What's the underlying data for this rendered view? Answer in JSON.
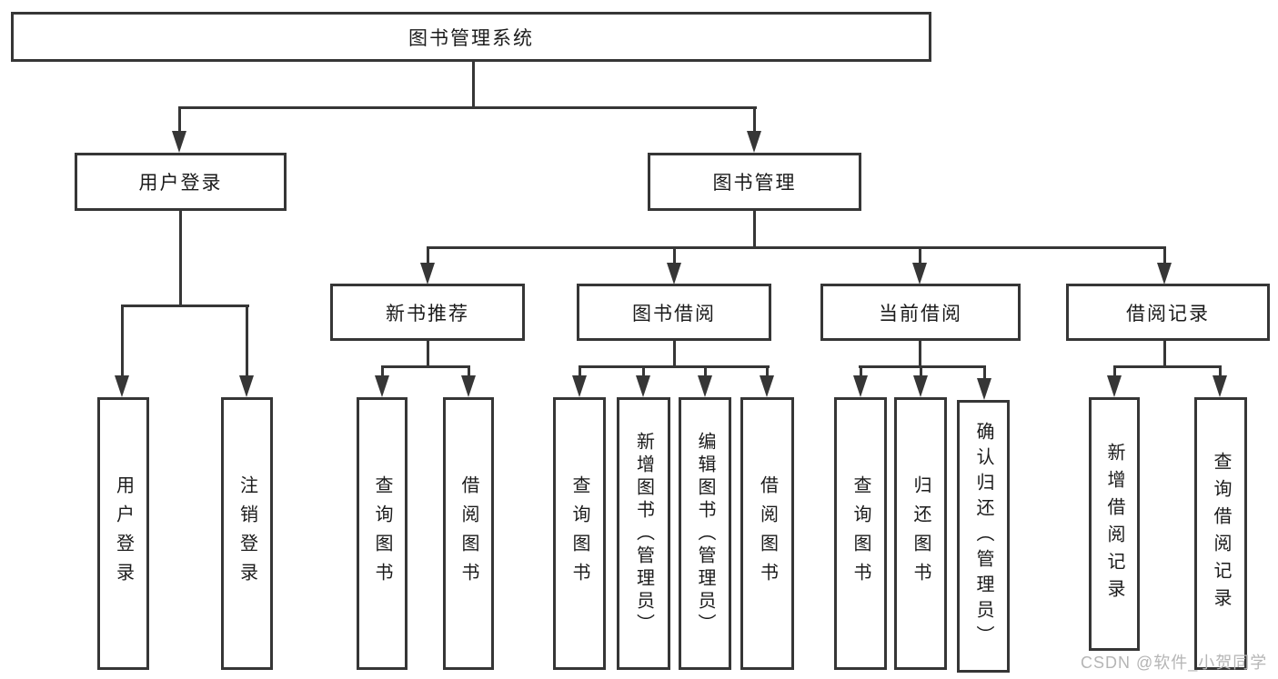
{
  "diagram": {
    "root": {
      "label": "图书管理系统"
    },
    "level2": [
      {
        "label": "用户登录"
      },
      {
        "label": "图书管理"
      }
    ],
    "level3": [
      {
        "label": "新书推荐"
      },
      {
        "label": "图书借阅"
      },
      {
        "label": "当前借阅"
      },
      {
        "label": "借阅记录"
      }
    ],
    "leaves": {
      "user_login": [
        {
          "label": "用户登录"
        },
        {
          "label": "注销登录"
        }
      ],
      "new_books": [
        {
          "label": "查询图书"
        },
        {
          "label": "借阅图书"
        }
      ],
      "borrow": [
        {
          "label": "查询图书"
        },
        {
          "label": "新增图书（管理员）"
        },
        {
          "label": "编辑图书（管理员）"
        },
        {
          "label": "借阅图书"
        }
      ],
      "current": [
        {
          "label": "查询图书"
        },
        {
          "label": "归还图书"
        },
        {
          "label": "确认归还（管理员）"
        }
      ],
      "records": [
        {
          "label": "新增借阅记录"
        },
        {
          "label": "查询借阅记录"
        }
      ]
    },
    "colors": {
      "line": "#363636",
      "text": "#1b1b1b",
      "watermark": "#b5b5b5",
      "background": "#ffffff"
    }
  },
  "watermark": {
    "text": "CSDN @软件_小贺同学"
  }
}
